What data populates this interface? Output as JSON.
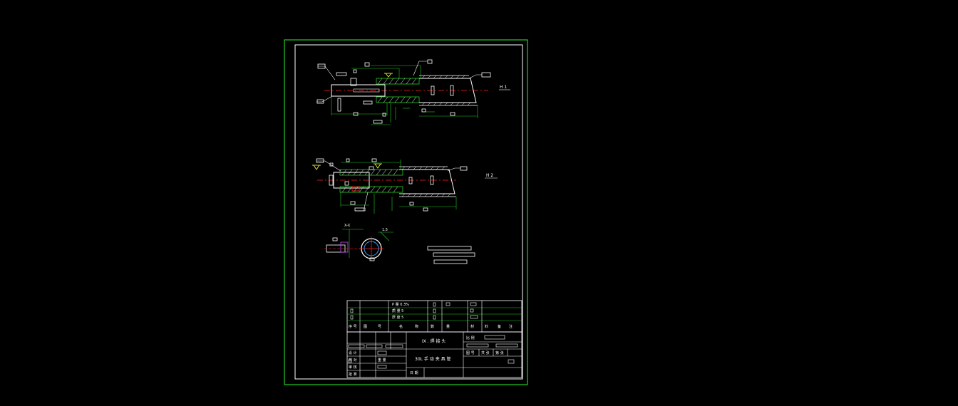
{
  "colors": {
    "background": "#000000",
    "frame": "#22cc22",
    "line": "#ffffff",
    "dimension": "#22cc22",
    "centerline": "#ff2222",
    "annotation": "#ffff55",
    "highlight": "#cc44ff"
  },
  "views": {
    "view1_label": "H 1",
    "view2_label": "H 2",
    "section_label": "X-X",
    "section_dim": "1.5"
  },
  "title_block": {
    "name": "30L 手 动 夹 具 管",
    "part": "IX . 焊 接 头",
    "rows": [
      {
        "c1": "",
        "c2": "",
        "c3": "P 量 0.3%",
        "c4": "",
        "c5": "",
        "c6": ""
      },
      {
        "c1": "",
        "c2": "",
        "c3": "质 量 5",
        "c4": "",
        "c5": "",
        "c6": ""
      },
      {
        "c1": "",
        "c2": "",
        "c3": "厚 度 5",
        "c4": "",
        "c5": "",
        "c6": ""
      }
    ],
    "header": [
      "序 号",
      "图",
      "号",
      "名",
      "称",
      "数",
      "量",
      "材",
      "料",
      "备",
      "注"
    ],
    "signers": [
      "设 计",
      "校 对",
      "审 核",
      "批 准",
      "日 期"
    ],
    "labels": [
      "比 例",
      "图 号",
      "共 张",
      "第 张",
      "重 量"
    ]
  }
}
